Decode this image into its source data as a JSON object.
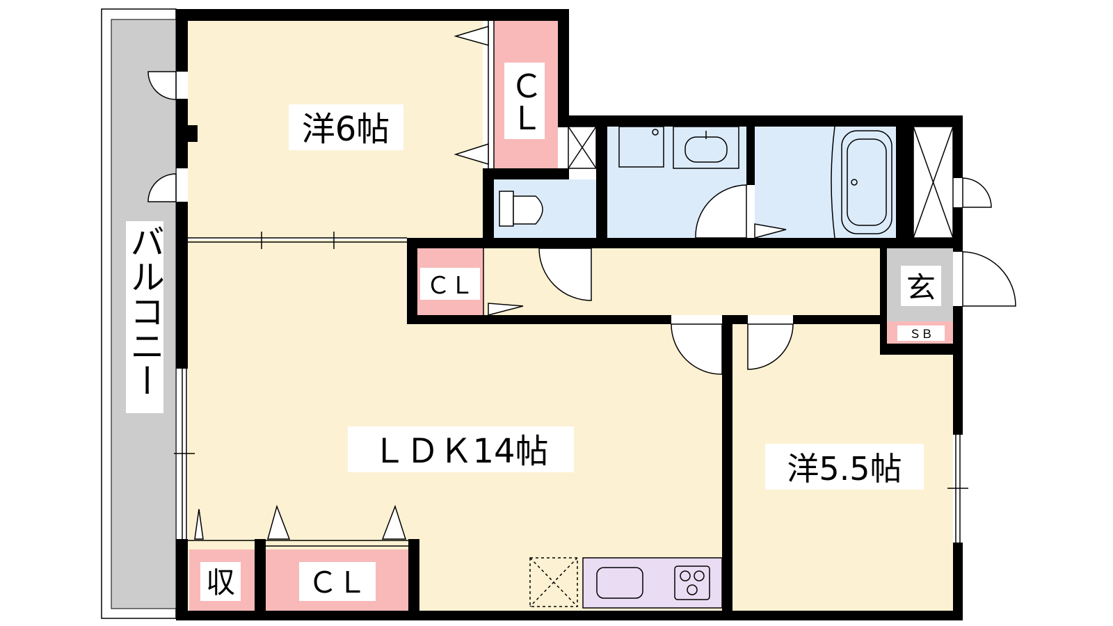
{
  "colors": {
    "wall": "#000000",
    "room_floor": "#fcf1d2",
    "wet_area": "#dcebfa",
    "closet": "#f9b9b9",
    "balcony": "#cccccc",
    "kitchen_counter": "#eadcf3",
    "background": "#ffffff"
  },
  "labels": {
    "balcony": "バルコニー",
    "western_room_6": "洋6帖",
    "closet_top": "ＣＬ",
    "closet_hall": "ＣＬ",
    "ldk": "ＬＤＫ14帖",
    "western_room_55": "洋5.5帖",
    "entrance": "玄",
    "shoe_box": "ＳＢ",
    "storage": "収",
    "closet_bottom": "ＣＬ"
  },
  "icons": [
    "toilet-icon",
    "washbasin-icon",
    "washing-machine-icon",
    "bathtub-icon",
    "sink-icon",
    "stove-icon",
    "refrigerator-space-icon"
  ]
}
